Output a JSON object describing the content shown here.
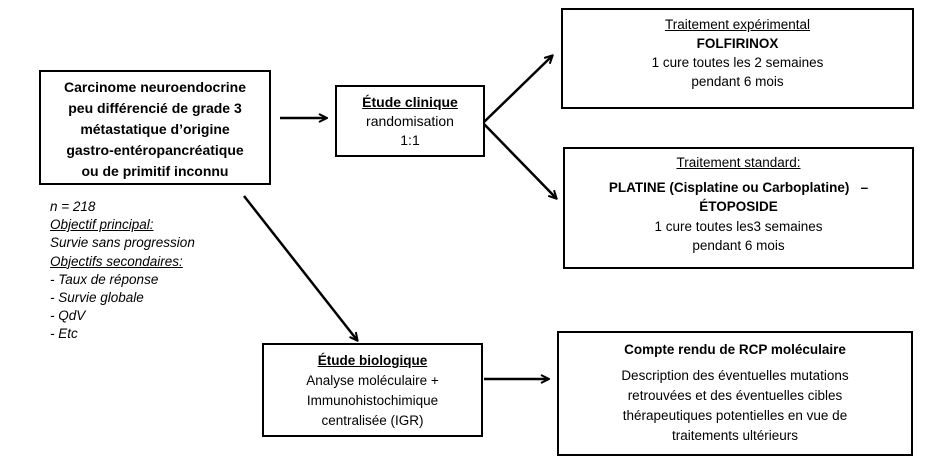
{
  "population_box": {
    "lines": [
      "Carcinome neuroendocrine",
      "peu différencié de grade 3",
      "métastatique d’origine",
      "gastro-entéropancréatique",
      "ou de primitif inconnu"
    ]
  },
  "study_notes": {
    "n": "n = 218",
    "primary_heading": "Objectif principal:",
    "primary": "Survie sans progression",
    "secondary_heading": "Objectifs secondaires:",
    "secondary": [
      "- Taux de réponse",
      "- Survie globale",
      "- QdV",
      "- Etc"
    ]
  },
  "clinical_study_box": {
    "title": "Étude clinique",
    "lines": [
      "randomisation",
      "1:1"
    ]
  },
  "experimental_arm_box": {
    "heading": "Traitement expérimental",
    "drug": "FOLFIRINOX",
    "lines": [
      "1 cure toutes les 2 semaines",
      "pendant 6 mois"
    ]
  },
  "standard_arm_box": {
    "heading": "Traitement standard:",
    "drug_line1": "PLATINE (Cisplatine ou Carboplatine)   –",
    "drug_line2": "ÉTOPOSIDE",
    "lines": [
      "1 cure toutes les3 semaines",
      "pendant 6 mois"
    ]
  },
  "biological_study_box": {
    "title": "Étude biologique",
    "lines": [
      "Analyse moléculaire +",
      "Immunohistochimique",
      "centralisée (IGR)"
    ]
  },
  "rcp_report_box": {
    "title": "Compte rendu de RCP moléculaire",
    "lines": [
      "Description des éventuelles mutations",
      "retrouvées et des éventuelles cibles",
      "thérapeutiques potentielles en vue de",
      "traitements ultérieurs"
    ]
  }
}
